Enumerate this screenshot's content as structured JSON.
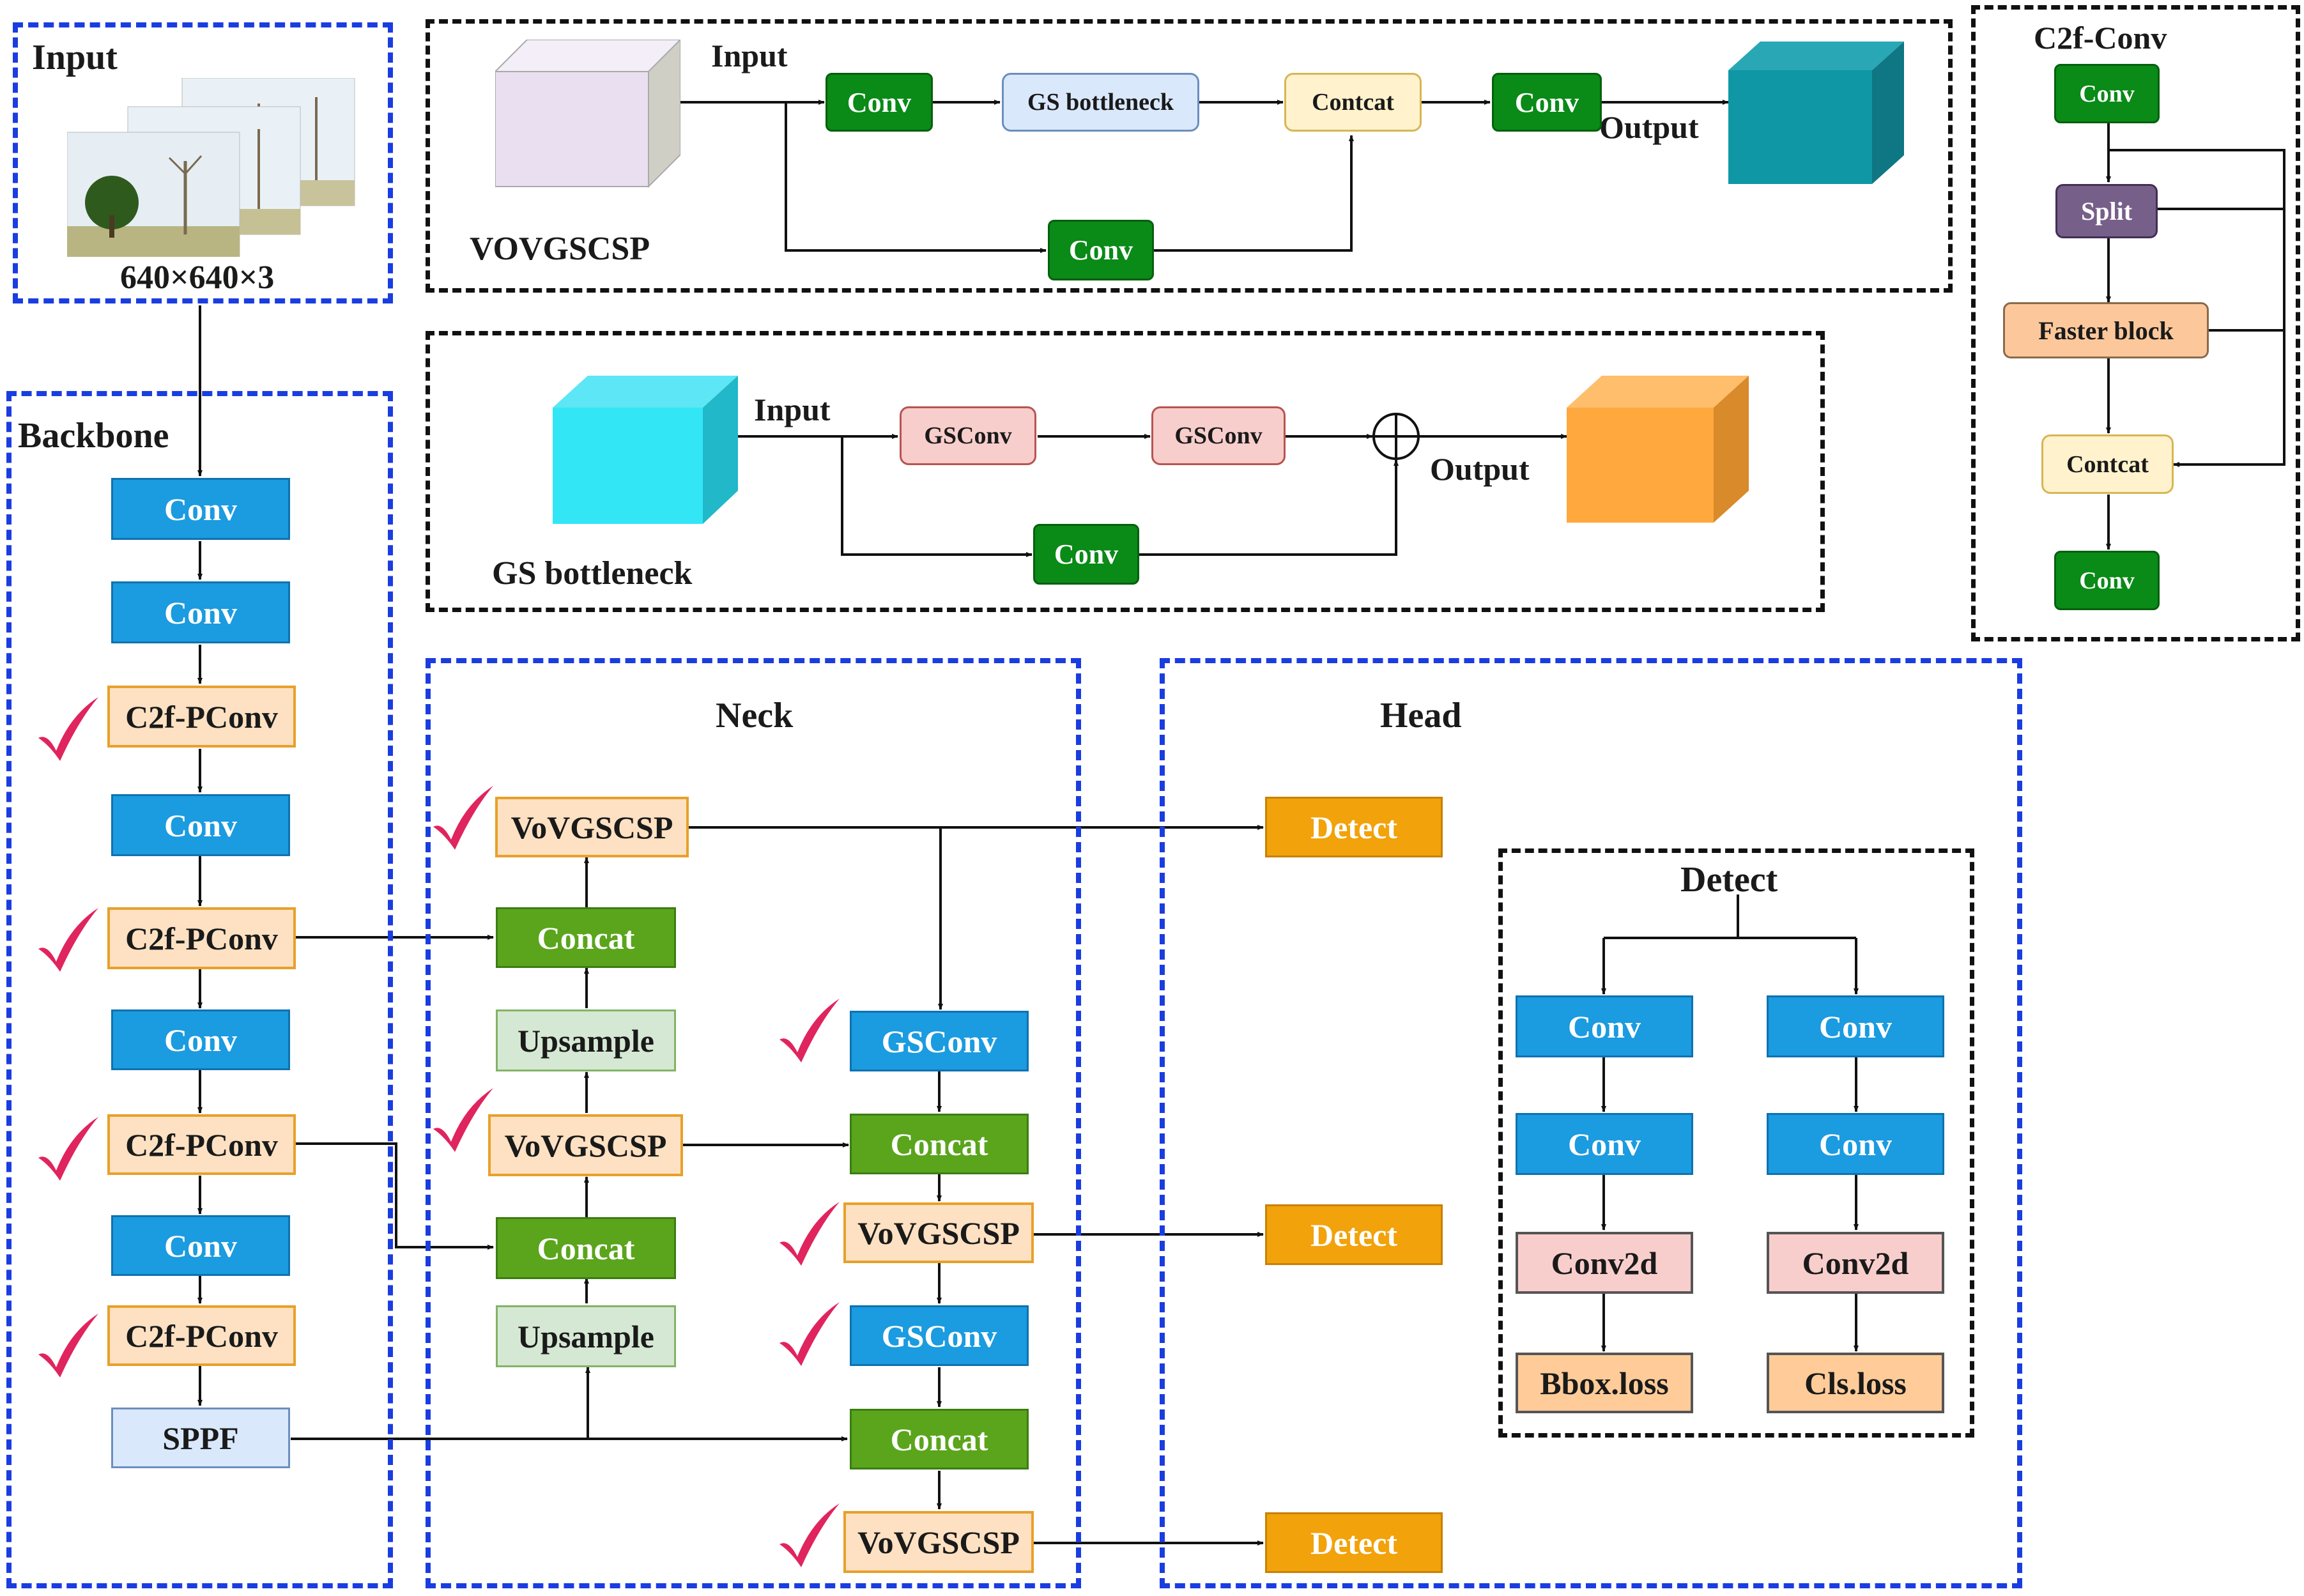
{
  "input": {
    "title": "Input",
    "size": "640×640×3"
  },
  "backbone": {
    "title": "Backbone",
    "blocks": [
      "Conv",
      "Conv",
      "C2f-PConv",
      "Conv",
      "C2f-PConv",
      "Conv",
      "C2f-PConv",
      "Conv",
      "C2f-PConv",
      "SPPF"
    ]
  },
  "vovgscsp_diagram": {
    "title": "VOVGSCSP",
    "input_label": "Input",
    "output_label": "Output",
    "conv1": "Conv",
    "gs_bottleneck": "GS bottleneck",
    "concat": "Contcat",
    "conv_out": "Conv",
    "conv_skip": "Conv"
  },
  "gs_bottleneck_diagram": {
    "title": "GS bottleneck",
    "input_label": "Input",
    "output_label": "Output",
    "gsconv1": "GSConv",
    "gsconv2": "GSConv",
    "conv_skip": "Conv"
  },
  "c2f_conv": {
    "title": "C2f-Conv",
    "conv_top": "Conv",
    "split": "Split",
    "faster_block": "Faster block",
    "concat": "Contcat",
    "conv_bottom": "Conv"
  },
  "neck": {
    "title": "Neck",
    "left": [
      "VoVGSCSP",
      "Concat",
      "Upsample",
      "VoVGSCSP",
      "Concat",
      "Upsample"
    ],
    "right": [
      "GSConv",
      "Concat",
      "VoVGSCSP",
      "GSConv",
      "Concat",
      "VoVGSCSP"
    ]
  },
  "head": {
    "title": "Head",
    "detect_labels": [
      "Detect",
      "Detect",
      "Detect"
    ]
  },
  "detect_panel": {
    "title": "Detect",
    "left": [
      "Conv",
      "Conv",
      "Conv2d",
      "Bbox.loss"
    ],
    "right": [
      "Conv",
      "Conv",
      "Conv2d",
      "Cls.loss"
    ]
  },
  "colors": {
    "blue_dashed": "#1a3de0",
    "conv_blue": "#1b9be0",
    "concat_green": "#5aa51c",
    "detect_orange": "#f2a20a",
    "check_red": "#e0245e"
  }
}
